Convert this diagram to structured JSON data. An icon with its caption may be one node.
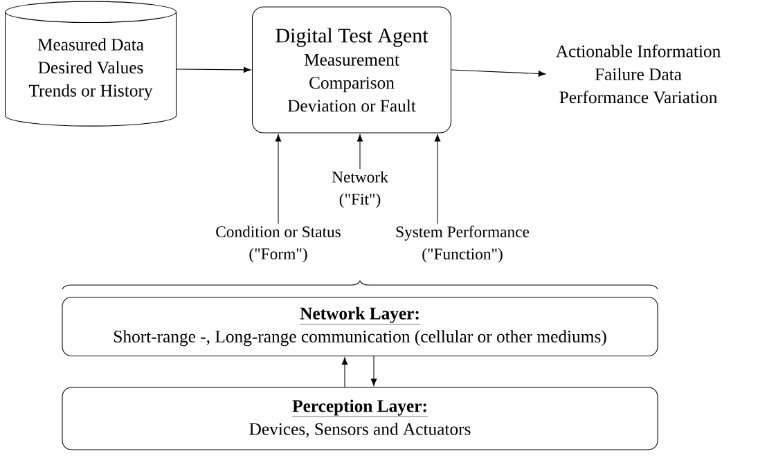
{
  "diagram": {
    "nodes": [
      {
        "text": [
          "Measured Data",
          "Desired Values",
          "Trends or History"
        ]
      },
      {
        "text": [
          "Digital Test Agent",
          "Measurement",
          "Comparison",
          "Deviation or Fault"
        ]
      },
      {
        "text": [
          "Actionable Information",
          "Failure Data",
          "Performance Variation"
        ]
      },
      {
        "text": [
          "Condition or Status",
          "(\"Form\")"
        ]
      },
      {
        "text": [
          "Network",
          "(\"Fit\")"
        ]
      },
      {
        "text": [
          "System Performance",
          "(\"Function\")"
        ]
      },
      {
        "text": [
          "Network Layer:",
          "Short-range -, Long-range communication (cellular or other mediums)"
        ]
      },
      {
        "text": [
          "Perception Layer:",
          "Devices, Sensors and Actuators"
        ]
      }
    ],
    "edges": [
      {
        "from": 0,
        "to": 1,
        "arrow": "to"
      },
      {
        "from": 1,
        "to": 2,
        "arrow": "to"
      },
      {
        "from": 3,
        "to": 1,
        "arrow": "to"
      },
      {
        "from": 4,
        "to": 1,
        "arrow": "to"
      },
      {
        "from": 5,
        "to": 1,
        "arrow": "to"
      },
      {
        "from": 7,
        "to": 6,
        "arrow": "to"
      },
      {
        "from": 6,
        "to": 7,
        "arrow": "to"
      }
    ]
  }
}
